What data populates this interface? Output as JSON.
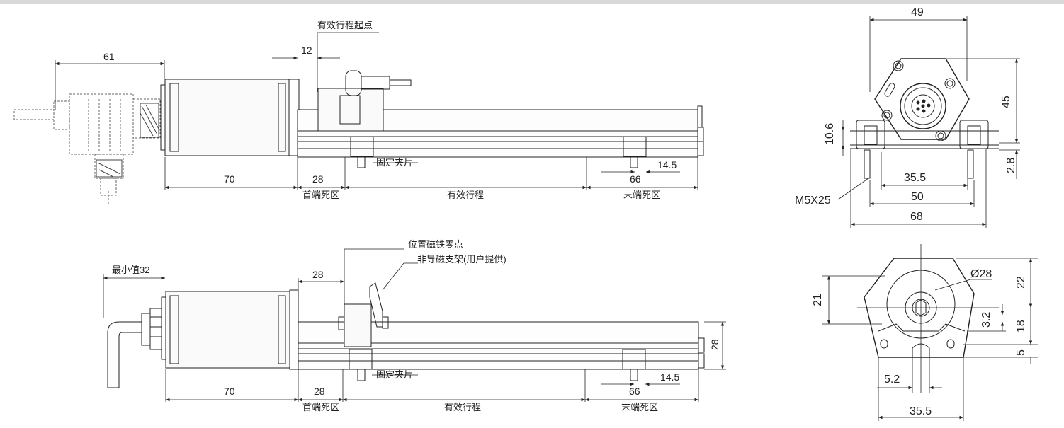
{
  "side_view_top": {
    "label_stroke_start": "有效行程起点",
    "dim_12": "12",
    "dim_61": "61",
    "dim_70": "70",
    "dim_28": "28",
    "dim_66": "66",
    "dim_14_5": "14.5",
    "label_clamp": "固定夹片",
    "label_front_dead": "首端死区",
    "label_stroke": "有效行程",
    "label_rear_dead": "末端死区"
  },
  "side_view_bottom": {
    "label_magnet_zero": "位置磁铁零点",
    "label_bracket": "非导磁支架(用户提供)",
    "label_min": "最小值32",
    "dim_28_top": "28",
    "dim_28_right": "28",
    "dim_70": "70",
    "dim_28_bottom": "28",
    "dim_66": "66",
    "dim_14_5": "14.5",
    "label_clamp": "固定夹片",
    "label_front_dead": "首端死区",
    "label_stroke": "有效行程",
    "label_rear_dead": "末端死区"
  },
  "end_view_top": {
    "dim_49": "49",
    "dim_45": "45",
    "dim_10_6": "10.6",
    "dim_2_8": "2.8",
    "dim_35_5": "35.5",
    "dim_50": "50",
    "dim_68": "68",
    "label_screw": "M5X25"
  },
  "end_view_bottom": {
    "dim_dia28": "Ø28",
    "dim_22": "22",
    "dim_21": "21",
    "dim_3_2": "3.2",
    "dim_18": "18",
    "dim_5": "5",
    "dim_5_2": "5.2",
    "dim_35_5": "35.5"
  }
}
